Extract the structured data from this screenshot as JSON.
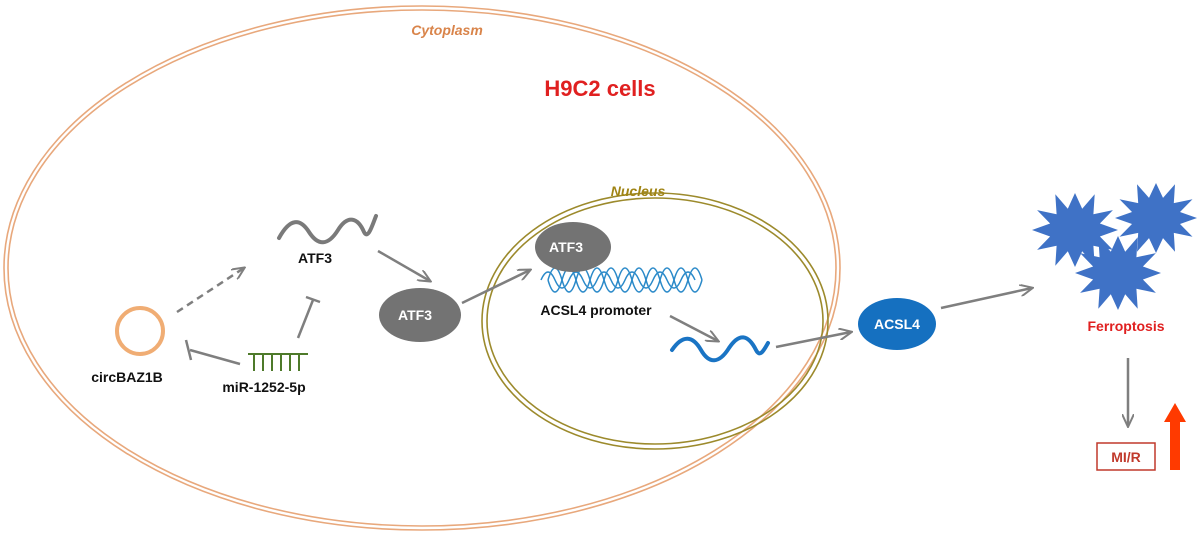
{
  "labels": {
    "cytoplasm": "Cytoplasm",
    "cell_type": "H9C2 cells",
    "nucleus": "Nucleus",
    "atf3_mrna": "ATF3",
    "atf3_protein": "ATF3",
    "atf3_bound": "ATF3",
    "acsl4_promoter": "ACSL4 promoter",
    "acsl4_protein": "ACSL4",
    "circbaz1b": "circBAZ1B",
    "mirna": "miR-1252-5p",
    "ferroptosis": "Ferroptosis",
    "mir": "MI/R"
  },
  "colors": {
    "cell_membrane": "#e8a87c",
    "title_red": "#e02020",
    "cytoplasm_text": "#d9844a",
    "nucleus_ring": "#9c8a2c",
    "nucleus_text": "#a08414",
    "gray_arrow": "#7f7f7f",
    "protein_gray": "#737373",
    "acsl4_blue": "#1570c0",
    "dna_blue": "#2b8ac9",
    "mrna_blue": "#1a74c4",
    "star_blue": "#3f72c6",
    "mirna_green": "#4e7a2a",
    "circ_orange": "#f0ad74",
    "up_arrow": "#ff3a00",
    "mir_box": "#c0392b"
  }
}
